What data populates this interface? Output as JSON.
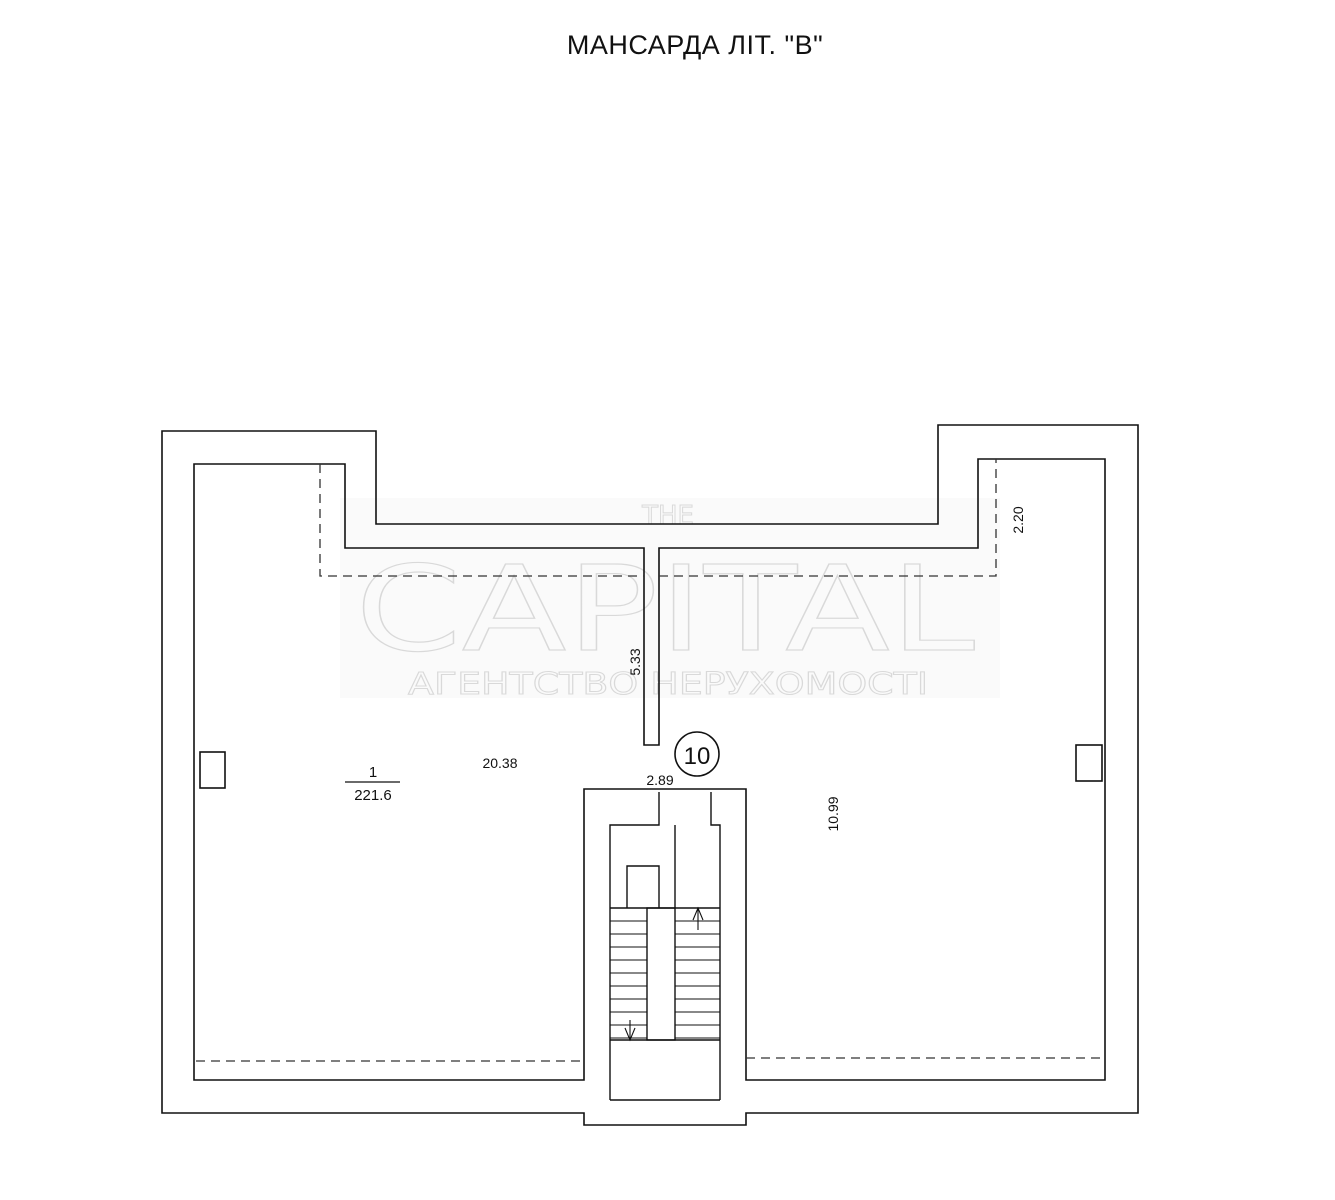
{
  "plan": {
    "title": "МАНСАРДА ЛІТ. \"В\"",
    "room": {
      "number": "1",
      "area": "221.6"
    },
    "dimensions": {
      "width_left": "20.38",
      "depth_right": "10.99",
      "corridor_width": "2.89",
      "partition_length": "5.33",
      "corner_depth": "2.20"
    },
    "stair_marker": "10",
    "watermark": {
      "small": "THE",
      "brand": "CAPITAL",
      "subtitle": "АГЕНТСТВО НЕРУХОМОСТІ"
    },
    "colors": {
      "line": "#111111",
      "watermark": "#d9d9d9"
    }
  }
}
